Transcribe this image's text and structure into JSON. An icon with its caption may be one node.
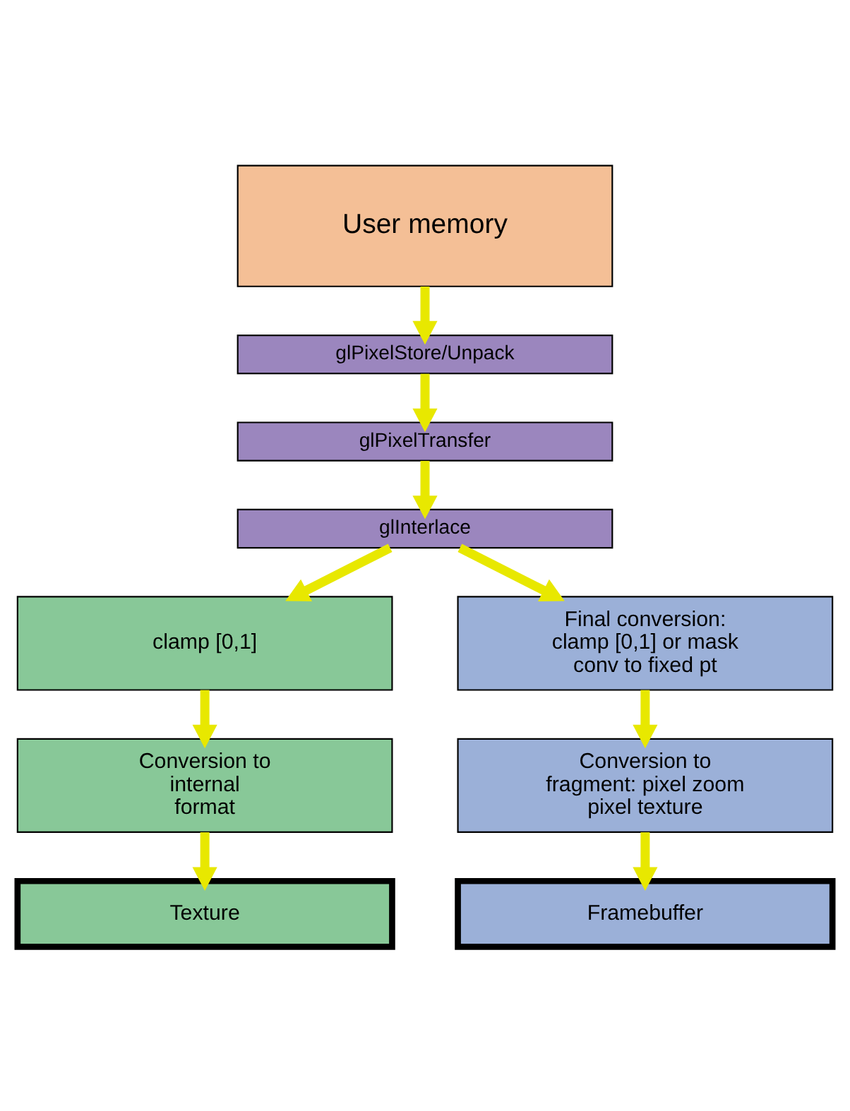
{
  "diagram": {
    "nodes": [
      {
        "text": [
          "User memory"
        ]
      },
      {
        "text": [
          "glPixelStore/Unpack"
        ]
      },
      {
        "text": [
          "glPixelTransfer"
        ]
      },
      {
        "text": [
          "glInterlace"
        ]
      },
      {
        "text": [
          "clamp [0,1]"
        ]
      },
      {
        "text": [
          "Final conversion: clamp [0,1] or mask conv to fixed pt"
        ]
      },
      {
        "text": [
          "Conversion to internal format"
        ]
      },
      {
        "text": [
          "Conversion to fragment: pixel zoom pixel texture"
        ]
      },
      {
        "text": [
          "Texture"
        ]
      },
      {
        "text": [
          "Framebuffer"
        ]
      }
    ],
    "edges": [
      {
        "from": 0,
        "to": 1,
        "arrow": "to"
      },
      {
        "from": 1,
        "to": 2,
        "arrow": "to"
      },
      {
        "from": 2,
        "to": 3,
        "arrow": "to"
      },
      {
        "from": 3,
        "to": 4,
        "arrow": "to"
      },
      {
        "from": 3,
        "to": 5,
        "arrow": "to"
      },
      {
        "from": 4,
        "to": 6,
        "arrow": "to"
      },
      {
        "from": 5,
        "to": 7,
        "arrow": "to"
      },
      {
        "from": 6,
        "to": 8,
        "arrow": "to"
      },
      {
        "from": 7,
        "to": 9,
        "arrow": "to"
      }
    ]
  }
}
